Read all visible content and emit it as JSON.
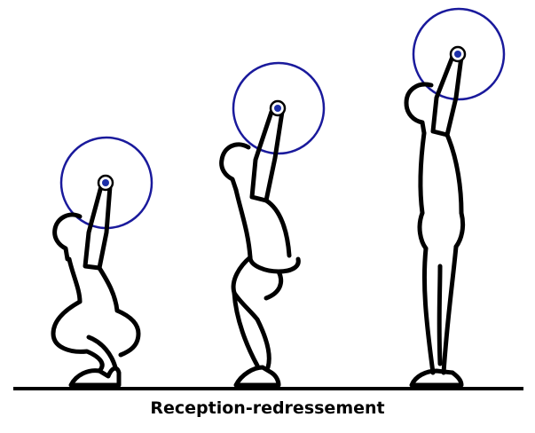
{
  "caption": "Reception-redressement",
  "colors": {
    "outline": "#000000",
    "plate": "#1a1a9c",
    "bar_center": "#1c2fa8",
    "background": "#ffffff"
  },
  "figures": [
    {
      "name": "squat-reception",
      "icon": "lifter-full-squat-silhouette"
    },
    {
      "name": "half-squat",
      "icon": "lifter-half-squat-silhouette"
    },
    {
      "name": "standing",
      "icon": "lifter-standing-silhouette"
    }
  ]
}
